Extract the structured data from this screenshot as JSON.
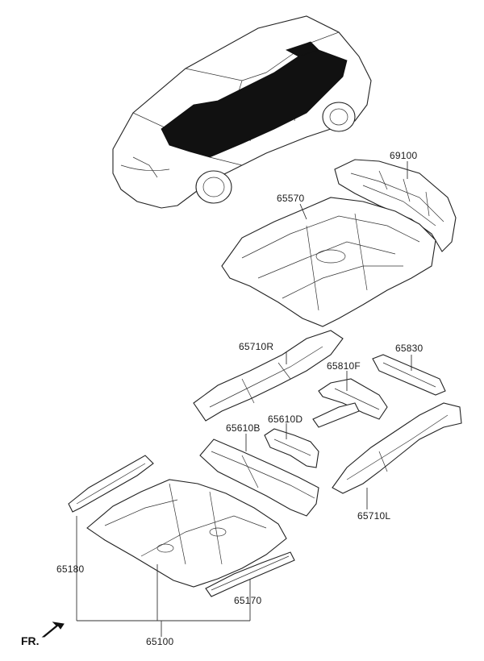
{
  "parts": {
    "p69100": "69100",
    "p65570": "65570",
    "p65710R": "65710R",
    "p65830": "65830",
    "p65810F": "65810F",
    "p65610D": "65610D",
    "p65610B": "65610B",
    "p65710L": "65710L",
    "p65180": "65180",
    "p65170": "65170",
    "p65100": "65100"
  },
  "direction_marker": "FR.",
  "colors": {
    "line": "#222222",
    "shaded_area": "#111111",
    "background": "#ffffff"
  },
  "icons": {
    "front_arrow": "arrow-down-left-icon"
  }
}
